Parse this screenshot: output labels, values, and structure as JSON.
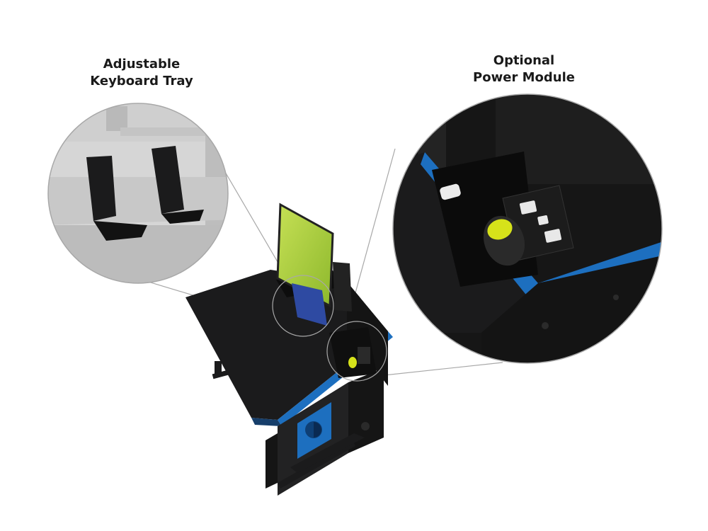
{
  "callouts": {
    "left": {
      "line1": "Adjustable",
      "line2": "Keyboard Tray"
    },
    "right": {
      "line1": "Optional",
      "line2": "Power Module"
    }
  },
  "colors": {
    "desk_black": "#1b1b1c",
    "accent_blue": "#1d6fbf",
    "monitor_green": "#a8cc3a",
    "mouse_yellow": "#d6e21a",
    "callout_line": "#a8a8a8",
    "zoom_bg_gray": "#d9d9d9"
  }
}
